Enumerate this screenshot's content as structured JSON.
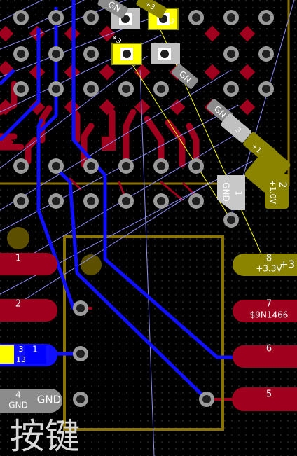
{
  "board": {
    "background": "#000000",
    "grid_color": "#3a3a3a",
    "colors": {
      "top_copper": "#a0001e",
      "top_copper_dark": "#7a0018",
      "bottom_trace": "#1010ff",
      "ratsnest": "#8d8df5",
      "outline": "#8a7300",
      "olive_pad": "#8a8400",
      "selected": "#ffff00",
      "gray_pad": "#8c8c8c",
      "via_fill": "#9a9a9a",
      "via_hole": "#202020",
      "silk": "#ffffff"
    }
  },
  "pads": {
    "p8": {
      "number": "8",
      "net": "+3.3V",
      "side_net": "+3"
    },
    "p7": {
      "number": "7",
      "net": "$9N1466"
    },
    "p6": {
      "number": "6"
    },
    "p5": {
      "number": "5"
    },
    "p4": {
      "number": "4",
      "net": "GND",
      "side_net": "GND"
    },
    "p2": {
      "number": "2"
    },
    "p1": {
      "number": "1"
    },
    "p1b": {
      "number": "1"
    },
    "left_labels": [
      "3",
      "13"
    ],
    "c_pad1": {
      "number": "1",
      "net": "GND"
    },
    "c_pad2": {
      "number": "2",
      "net": "+1.0V"
    },
    "diag_gnd_1": "GN",
    "diag_gnd_2": "GN",
    "diag_gnd_3": "GN",
    "diag_pad_a": "3",
    "diag_pad_b": "+1",
    "top_gn": "GN",
    "top_plus": "+3",
    "top_minus": "-3",
    "top_3": "+3"
  },
  "silkscreen": {
    "component_label": "按键"
  }
}
